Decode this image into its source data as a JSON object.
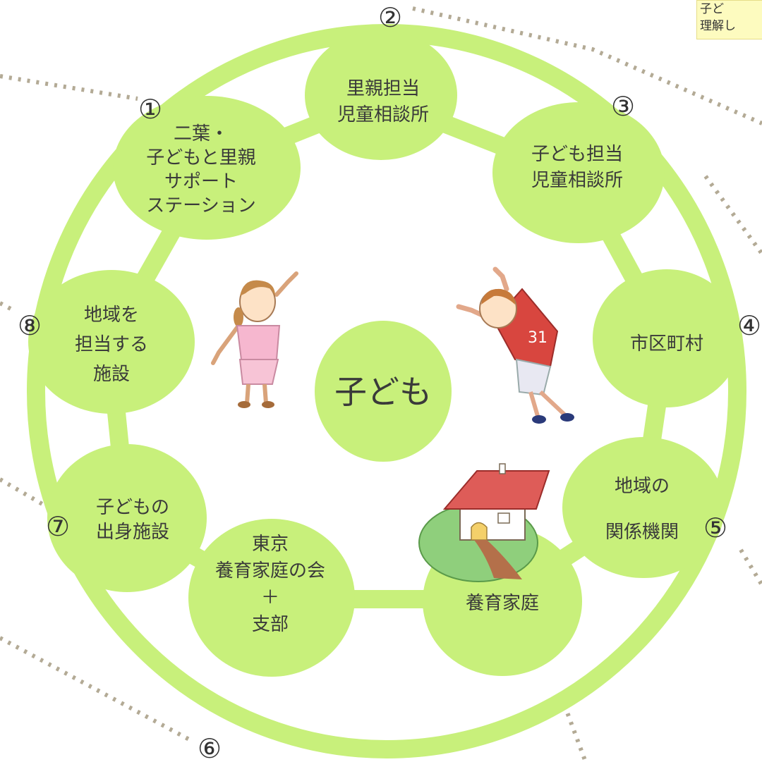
{
  "center": {
    "label": "子ども"
  },
  "nodes": [
    {
      "id": "n1",
      "number": "①",
      "lines": [
        "二葉・",
        "子どもと里親",
        "サポート",
        "ステーション"
      ]
    },
    {
      "id": "n2",
      "number": "②",
      "lines": [
        "里親担当",
        "児童相談所"
      ]
    },
    {
      "id": "n3",
      "number": "③",
      "lines": [
        "子ども担当",
        "児童相談所"
      ]
    },
    {
      "id": "n4",
      "number": "④",
      "lines": [
        "市区町村"
      ]
    },
    {
      "id": "n5",
      "number": "⑤",
      "lines": [
        "地域の",
        "関係機関"
      ]
    },
    {
      "id": "n6a",
      "number": "",
      "lines": [
        "養育家庭"
      ]
    },
    {
      "id": "n6",
      "number": "⑥",
      "lines": [
        "東京",
        "養育家庭の会",
        "＋",
        "支部"
      ]
    },
    {
      "id": "n7",
      "number": "⑦",
      "lines": [
        "子どもの",
        "出身施設"
      ]
    },
    {
      "id": "n8",
      "number": "⑧",
      "lines": [
        "地域を",
        "担当する",
        "施設"
      ]
    }
  ],
  "note": {
    "lines": [
      "子ど",
      "理解し"
    ]
  },
  "colors": {
    "ring": "#c8f07b",
    "text": "#3a3a3a",
    "dots": "#b3aa95",
    "note_bg": "#fdfbbf"
  }
}
